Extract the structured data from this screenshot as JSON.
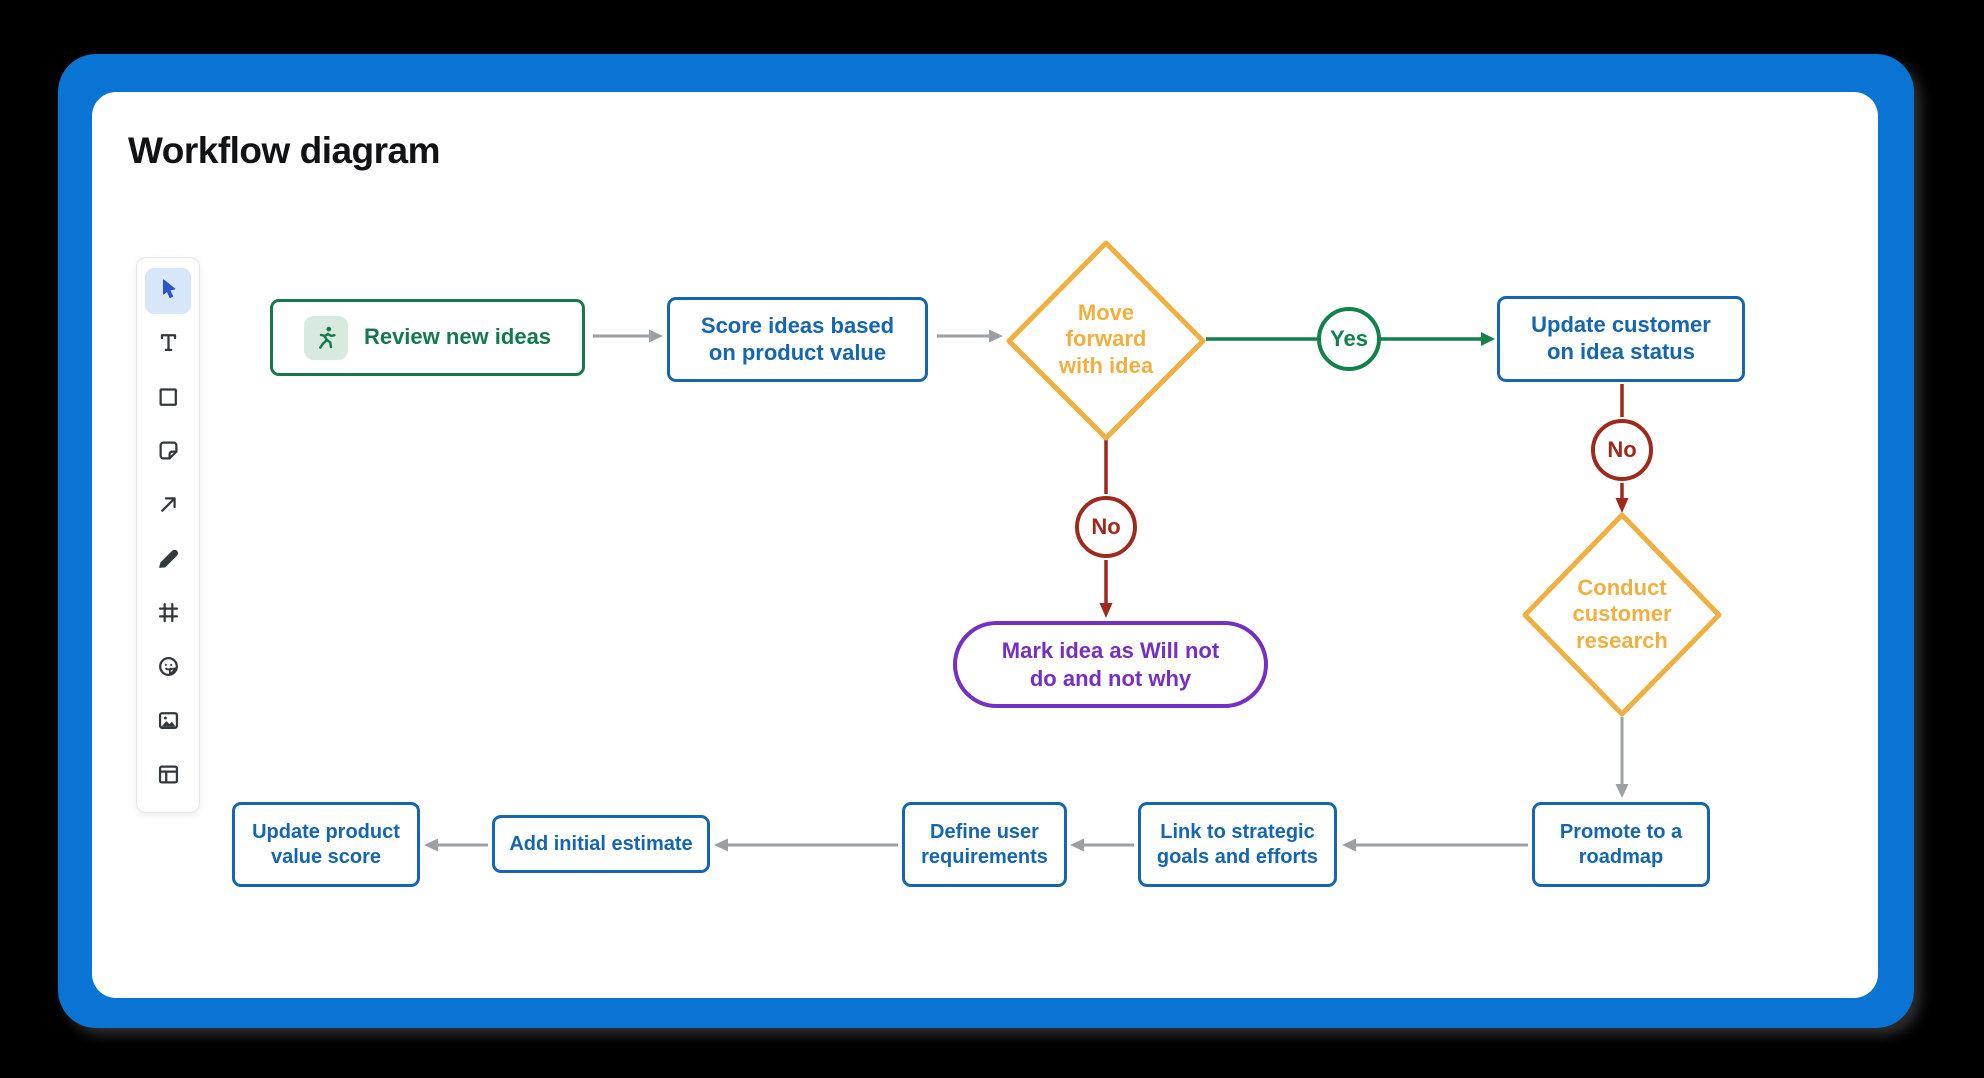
{
  "window": {
    "title": "Workflow diagram"
  },
  "toolbar": {
    "tools": [
      {
        "name": "select",
        "active": true
      },
      {
        "name": "text",
        "active": false
      },
      {
        "name": "shape-rectangle",
        "active": false
      },
      {
        "name": "sticky-note",
        "active": false
      },
      {
        "name": "connector-arrow",
        "active": false
      },
      {
        "name": "pen",
        "active": false
      },
      {
        "name": "frame",
        "active": false
      },
      {
        "name": "sticker",
        "active": false
      },
      {
        "name": "image",
        "active": false
      },
      {
        "name": "layout",
        "active": false
      }
    ]
  },
  "diagram": {
    "nodes": {
      "review": {
        "label": "Review new ideas",
        "icon": "runner-icon"
      },
      "score": {
        "label": "Score ideas based on product value"
      },
      "decision_move_forward": {
        "label": "Move forward with idea"
      },
      "update_customer": {
        "label": "Update customer on idea status"
      },
      "mark_idea": {
        "prefix": "Mark idea as ",
        "bold": "Will not do",
        "suffix": " and not why"
      },
      "conduct_research": {
        "label": "Conduct customer research"
      },
      "promote": {
        "label": "Promote to a roadmap"
      },
      "link_goals": {
        "label": "Link to strategic goals and efforts"
      },
      "define_requirements": {
        "label": "Define user requirements"
      },
      "add_estimate": {
        "label": "Add initial estimate"
      },
      "update_score": {
        "label": "Update product value score"
      }
    },
    "connector_labels": {
      "yes": "Yes",
      "no_reject": "No",
      "no_research": "No"
    },
    "colors": {
      "frame_blue": "#0a74d4",
      "node_blue": "#1565af",
      "node_green": "#147a4d",
      "green_chip_bg": "#d8e9df",
      "decision_amber": "#f0b041",
      "no_red": "#9d2a1a",
      "purple": "#7430c4",
      "connector_gray": "#9aa0a5",
      "selected_tool_bg": "#d8e6f9"
    }
  }
}
